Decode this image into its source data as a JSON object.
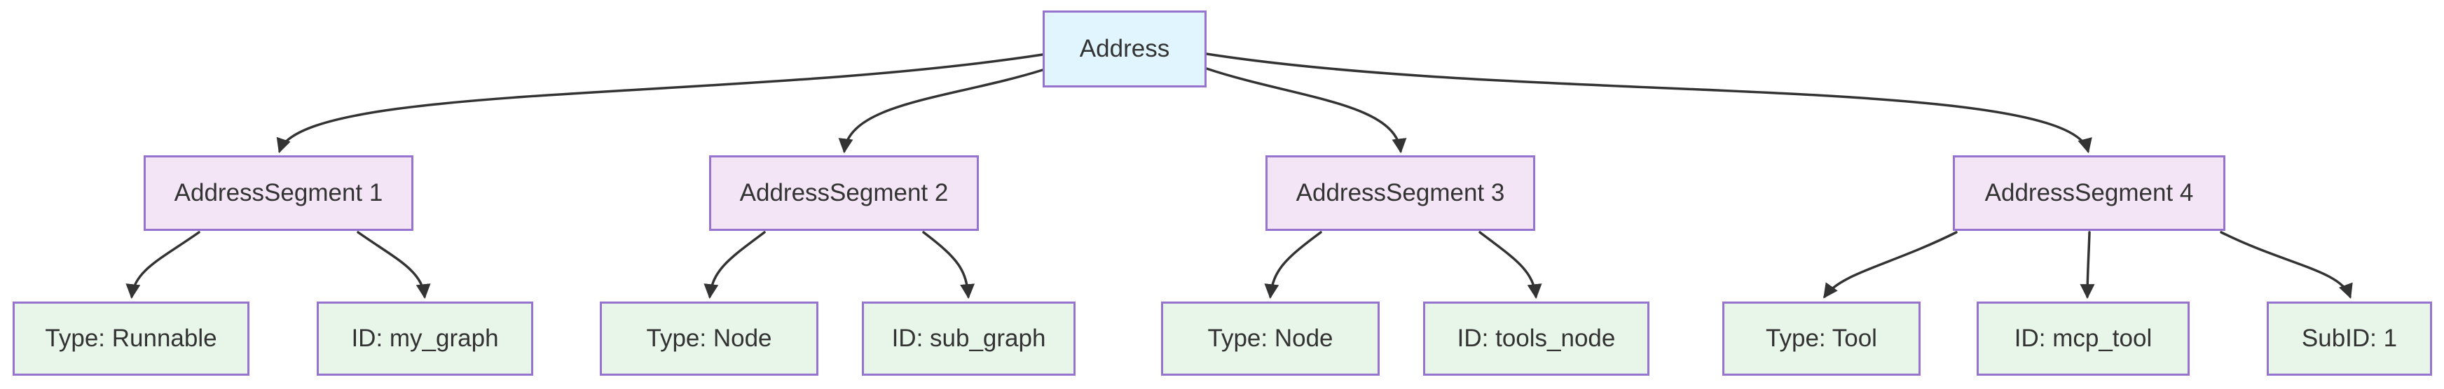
{
  "diagram": {
    "kind": "tree-flowchart",
    "root": {
      "label": "Address"
    },
    "segments": [
      {
        "label": "AddressSegment 1",
        "children": [
          {
            "label": "Type: Runnable"
          },
          {
            "label": "ID: my_graph"
          }
        ]
      },
      {
        "label": "AddressSegment 2",
        "children": [
          {
            "label": "Type: Node"
          },
          {
            "label": "ID: sub_graph"
          }
        ]
      },
      {
        "label": "AddressSegment 3",
        "children": [
          {
            "label": "Type: Node"
          },
          {
            "label": "ID: tools_node"
          }
        ]
      },
      {
        "label": "AddressSegment 4",
        "children": [
          {
            "label": "Type: Tool"
          },
          {
            "label": "ID: mcp_tool"
          },
          {
            "label": "SubID: 1"
          }
        ]
      }
    ],
    "colors": {
      "background": "#ffffff",
      "root_fill": "#e1f5fe",
      "segment_fill": "#f3e5f5",
      "leaf_fill": "#e8f5e9",
      "node_border": "#9673cf",
      "edge_color": "#333333",
      "text_color": "#333333"
    }
  }
}
